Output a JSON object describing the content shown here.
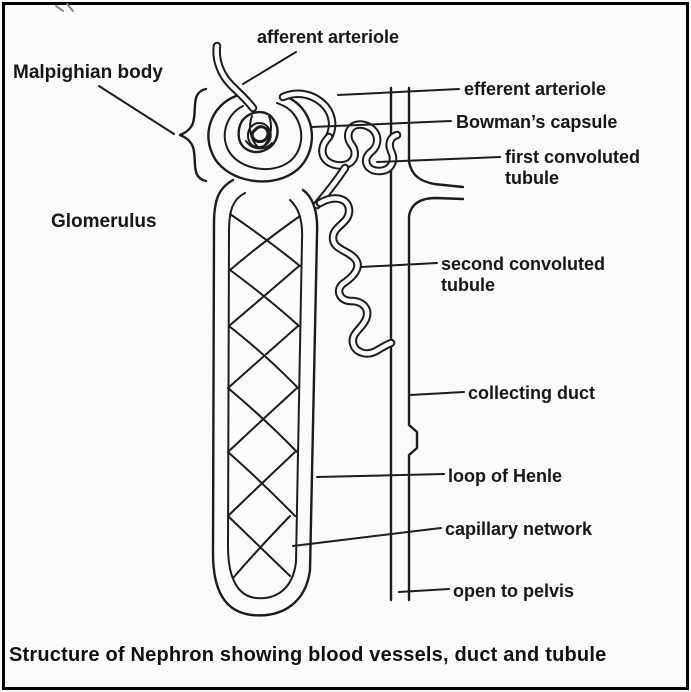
{
  "diagram": {
    "caption": "Structure of Nephron showing blood vessels, duct and tubule",
    "labels": {
      "afferent_arteriole": "afferent arteriole",
      "malpighian_body": "Malpighian body",
      "efferent_arteriole": "efferent arteriole",
      "bowmans_capsule": "Bowman’s capsule",
      "first_convoluted_tubule": "first convoluted tubule",
      "glomerulus": "Glomerulus",
      "second_convoluted_tubule": "second convoluted tubule",
      "collecting_duct": "collecting duct",
      "loop_of_henle": "loop of Henle",
      "capillary_network": "capillary network",
      "open_to_pelvis": "open to pelvis"
    },
    "colors": {
      "ink": "#1c1c1c",
      "background": "#fbfbfb",
      "border": "#000000"
    }
  }
}
